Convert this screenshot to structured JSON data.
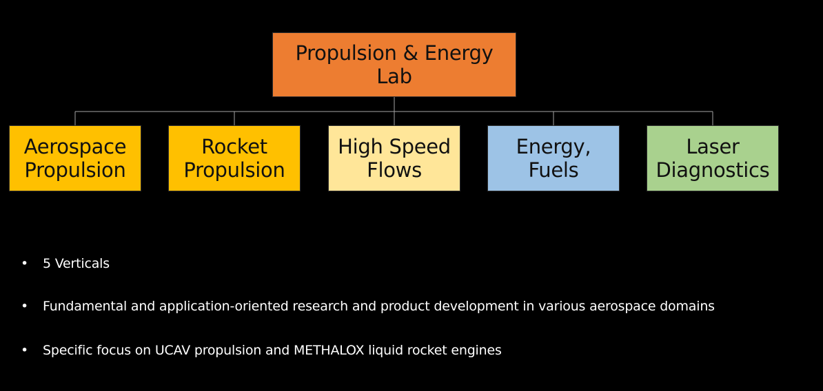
{
  "org_chart": {
    "root": {
      "label": "Propulsion & Energy\nLab",
      "color": "#ED7D31"
    },
    "children": [
      {
        "label": "Aerospace\nPropulsion",
        "color": "#FFC000"
      },
      {
        "label": "Rocket\nPropulsion",
        "color": "#FFC000"
      },
      {
        "label": "High Speed\nFlows",
        "color": "#FFE699"
      },
      {
        "label": "Energy,\nFuels",
        "color": "#9DC3E6"
      },
      {
        "label": "Laser\nDiagnostics",
        "color": "#A9D18E"
      }
    ],
    "connector_color": "#A6A6A6"
  },
  "bullets": {
    "marker": "•",
    "items": [
      "5 Verticals",
      "Fundamental and application-oriented research and product development in various aerospace domains",
      "Specific focus on UCAV propulsion and METHALOX liquid rocket engines"
    ]
  }
}
